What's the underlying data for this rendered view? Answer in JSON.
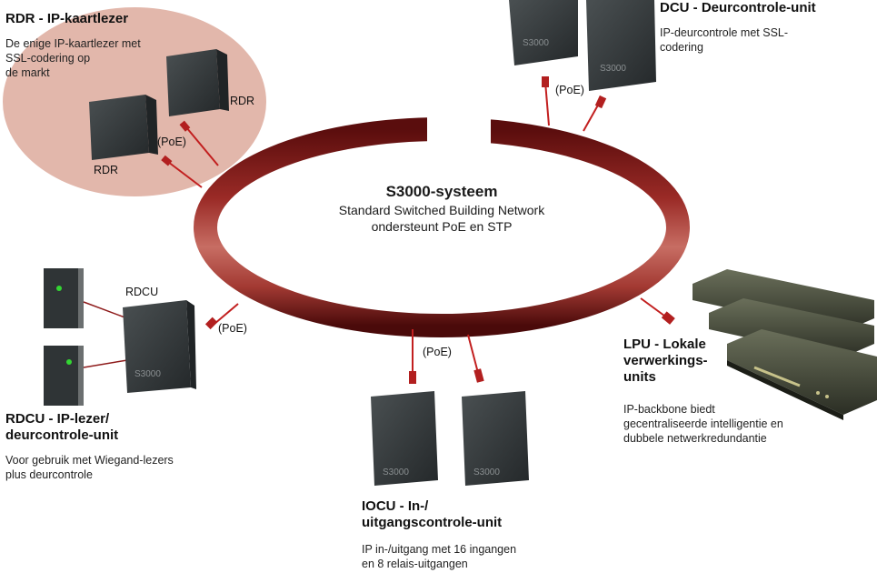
{
  "center": {
    "title": "S3000-systeem",
    "line1": "Standard Switched Building Network",
    "line2": "ondersteunt PoE en STP"
  },
  "rdr": {
    "title": "RDR - IP-kaartlezer",
    "desc": [
      "De enige IP-kaartlezer met",
      "SSL-codering op",
      "de markt"
    ],
    "label_right": "RDR",
    "label_left": "RDR",
    "poe": "(PoE)"
  },
  "dcu": {
    "title": "DCU - Deurcontrole-unit",
    "desc": [
      "IP-deurcontrole met SSL-",
      "codering"
    ],
    "poe": "(PoE)"
  },
  "rdcu": {
    "label": "RDCU",
    "title": [
      "RDCU - IP-lezer/",
      "deurcontrole-unit"
    ],
    "desc": [
      "Voor gebruik met Wiegand-lezers",
      "plus deurcontrole"
    ],
    "poe": "(PoE)"
  },
  "iocu": {
    "title": [
      "IOCU - In-/",
      "uitgangscontrole-unit"
    ],
    "desc": [
      "IP in-/uitgang met 16 ingangen",
      "en 8 relais-uitgangen"
    ],
    "poe": "(PoE)"
  },
  "lpu": {
    "title": [
      "LPU - Lokale",
      "verwerkings-",
      "units"
    ],
    "desc": [
      "IP-backbone biedt",
      "gecentraliseerde intelligentie en",
      "dubbele netwerkredundantie"
    ]
  },
  "colors": {
    "ring": "#8e1b1b",
    "rdr_bubble": "#e2b7ab",
    "device": "#3a3f41",
    "cable": "#b21f1f"
  }
}
